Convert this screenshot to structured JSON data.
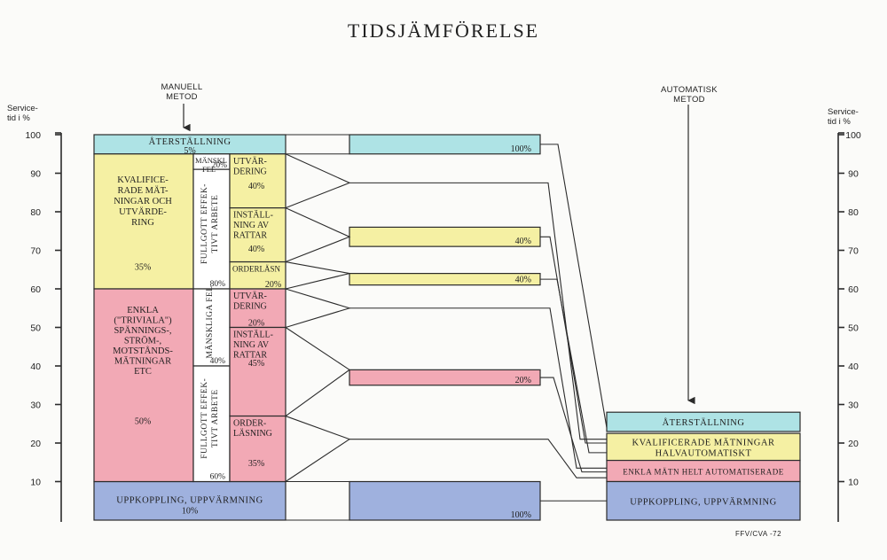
{
  "title": "TIDSJÄMFÖRELSE",
  "left_axis_label": [
    "Service-",
    "tid i %"
  ],
  "right_axis_label": [
    "Service-",
    "tid i %"
  ],
  "manual_method_label": [
    "MANUELL",
    "METOD"
  ],
  "automatic_method_label": [
    "AUTOMATISK",
    "METOD"
  ],
  "credit": "FFV/CVA -72",
  "colors": {
    "cyan": "#aee3e5",
    "yellow": "#f5f0a3",
    "red": "#f2a9b5",
    "blue": "#9fb1de",
    "white": "#ffffff",
    "line": "#2b2b2b"
  },
  "axis_ticks": [
    10,
    20,
    30,
    40,
    50,
    60,
    70,
    80,
    90,
    100
  ],
  "manual_columns": {
    "main": [
      {
        "range": [
          100,
          95
        ],
        "lines": [
          "ÅTERSTÄLLNING",
          "5%"
        ],
        "color": "cyan",
        "span": "full"
      },
      {
        "range": [
          95,
          60
        ],
        "lines": [
          "KVALIFICE-",
          "RADE MÄT-",
          "NINGAR OCH",
          "UTVÄRDE-",
          "RING"
        ],
        "pct": "35%",
        "color": "yellow"
      },
      {
        "range": [
          60,
          10
        ],
        "lines": [
          "ENKLA",
          "(\"TRIVIALA\")",
          "SPÄNNINGS-,",
          "STRÖM-,",
          "MOTSTÅNDS-",
          "MÄTNINGAR",
          "ETC"
        ],
        "pct": "50%",
        "color": "red"
      },
      {
        "range": [
          10,
          0
        ],
        "lines": [
          "UPPKOPPLING, UPPVÄRMNING",
          "10%"
        ],
        "color": "blue",
        "span": "full"
      }
    ],
    "sub": [
      {
        "range": [
          95,
          91
        ],
        "lines": [
          "MÄNSKL",
          "FEL"
        ],
        "pct": "20%",
        "rotated": false
      },
      {
        "range": [
          91,
          60
        ],
        "text": "FULLGOTT EFFEK-TIVT ARBETE",
        "pct": "80%",
        "rotated": true
      },
      {
        "range": [
          60,
          40
        ],
        "text": "MÄNSKLIGA FEL",
        "pct": "40%",
        "rotated": true
      },
      {
        "range": [
          40,
          10
        ],
        "text": "FULLGOTT EFFEK-TIVT ARBETE",
        "pct": "60%",
        "rotated": true
      }
    ],
    "detail": [
      {
        "range": [
          95,
          81
        ],
        "lines": [
          "UTVÄR-",
          "DERING"
        ],
        "pct": "40%",
        "color": "yellow"
      },
      {
        "range": [
          81,
          67
        ],
        "lines": [
          "INSTÄLL-",
          "NING AV",
          "RATTAR"
        ],
        "pct": "40%",
        "color": "yellow"
      },
      {
        "range": [
          67,
          60
        ],
        "lines": [
          "ORDERLÄSN"
        ],
        "pct": "20%",
        "color": "yellow"
      },
      {
        "range": [
          60,
          50
        ],
        "lines": [
          "UTVÄR-",
          "DERING"
        ],
        "pct": "20%",
        "color": "red"
      },
      {
        "range": [
          50,
          27
        ],
        "lines": [
          "INSTÄLL-",
          "NING AV",
          "RATTAR"
        ],
        "pct": "45%",
        "color": "red"
      },
      {
        "range": [
          27,
          10
        ],
        "lines": [
          "ORDER-",
          "LÄSNING"
        ],
        "pct": "35%",
        "color": "red"
      }
    ]
  },
  "middle_bars": [
    {
      "range": [
        100,
        95
      ],
      "pct": "100%",
      "color": "cyan"
    },
    {
      "range": [
        76,
        71
      ],
      "pct": "40%",
      "color": "yellow"
    },
    {
      "range": [
        64,
        61
      ],
      "pct": "40%",
      "color": "yellow"
    },
    {
      "range": [
        39,
        35
      ],
      "pct": "20%",
      "color": "red"
    },
    {
      "range": [
        10,
        0
      ],
      "pct": "100%",
      "color": "blue"
    }
  ],
  "automatic_stack": [
    {
      "range": [
        28,
        23
      ],
      "lines": [
        "ÅTERSTÄLLNING"
      ],
      "color": "cyan"
    },
    {
      "range": [
        22.5,
        15.5
      ],
      "lines": [
        "KVALIFICERADE MÄTNINGAR",
        "HALVAUTOMATISKT"
      ],
      "color": "yellow"
    },
    {
      "range": [
        15.5,
        10
      ],
      "lines": [
        "ENKLA MÄTN HELT AUTOMATISERADE"
      ],
      "color": "red"
    },
    {
      "range": [
        10,
        0
      ],
      "lines": [
        "UPPKOPPLING, UPPVÄRMNING"
      ],
      "color": "blue"
    }
  ]
}
